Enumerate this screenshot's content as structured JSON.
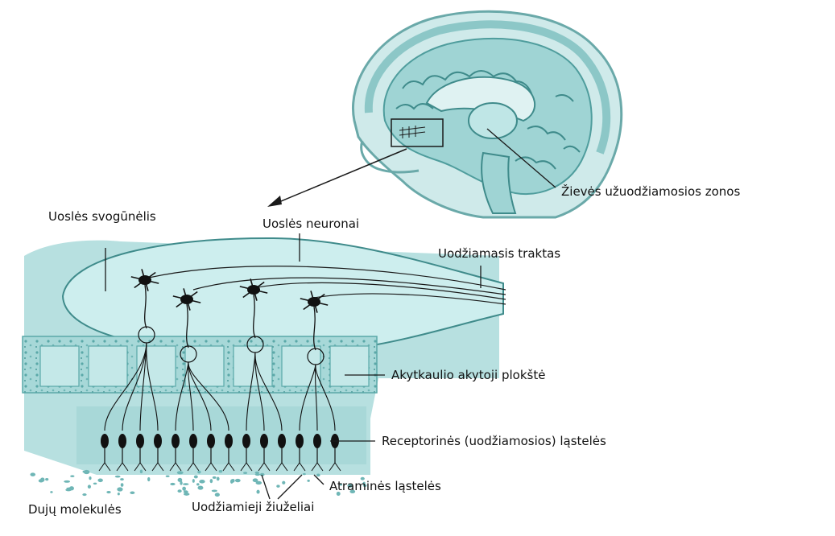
{
  "labels": {
    "cortex_zones": "Žievės užuodžiamosios zonos",
    "olfactory_bulb": "Uoslės svogūnėlis",
    "olfactory_neurons": "Uoslės neuronai",
    "olfactory_tract": "Uodžiamasis traktas",
    "cribriform_plate": "Akytkaulio akytoji plokštė",
    "receptor_cells": "Receptorinės (uodžiamosios) ląstelės",
    "supporting_cells": "Atraminės ląstelės",
    "gas_molecules": "Dujų molekulės",
    "olfactory_cilia": "Uodžiamieji žiuželiai"
  },
  "colors": {
    "tissue": "#8fcfcf",
    "tissue_light": "#bfe6e6",
    "tissue_dark": "#5aa8a8",
    "ink": "#111111"
  }
}
